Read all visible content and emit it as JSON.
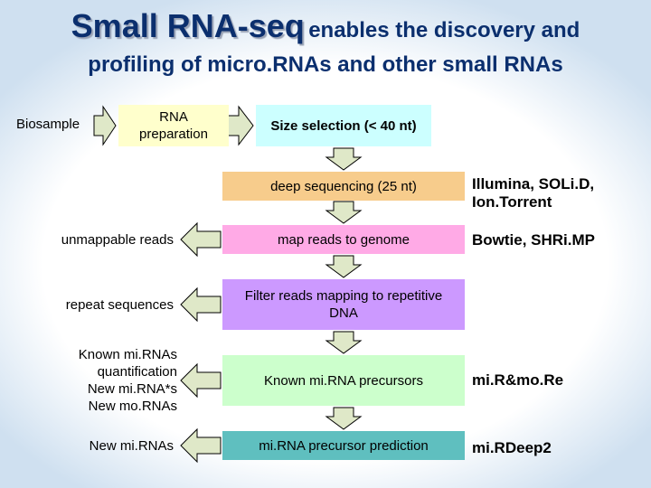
{
  "title": {
    "emphasis": "Small RNA-seq",
    "rest": "enables the discovery and",
    "line2": "profiling of micro.RNAs and other small RNAs"
  },
  "top_row": {
    "biosample": "Biosample",
    "rna_prep": "RNA preparation",
    "size_selection": "Size selection (< 40 nt)"
  },
  "pipeline": {
    "deep_sequencing": "deep sequencing (25 nt)",
    "map_reads": "map reads to genome",
    "filter_repeats": "Filter reads mapping to repetitive DNA",
    "known_precursors": "Known mi.RNA precursors",
    "precursor_prediction": "mi.RNA precursor prediction"
  },
  "outputs": {
    "unmappable": "unmappable reads",
    "repeat": "repeat sequences",
    "known_lines": [
      "Known mi.RNAs",
      "quantification",
      "New mi.RNA*s",
      "New mo.RNAs"
    ],
    "new_mirnas": "New mi.RNAs"
  },
  "tools": {
    "sequencing_lines": [
      "Illumina, SOLi.D,",
      "Ion.Torrent"
    ],
    "mapping": "Bowtie, SHRi.MP",
    "known": "mi.R&mo.Re",
    "prediction": "mi.RDeep2"
  },
  "colors": {
    "title": "#0b2f6e",
    "rna_prep_box": "#ffffcc",
    "size_selection_box": "#ccffff",
    "deep_sequencing_box": "#f7cc8c",
    "map_reads_box": "#ffaae6",
    "filter_box": "#cc99ff",
    "known_box": "#ccffcc",
    "prediction_box": "#5fbfbf",
    "arrow_fill": "#dfe8c8"
  }
}
